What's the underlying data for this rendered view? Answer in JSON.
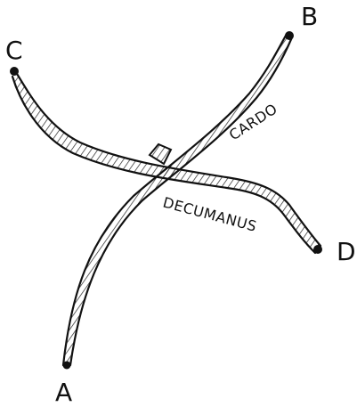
{
  "labels": {
    "point_a": "A",
    "point_b": "B",
    "point_c": "C",
    "point_d": "D",
    "road_cardo": "CARDO",
    "road_decumanus": "DECUMANUS"
  },
  "colors": {
    "ink": "#111111",
    "background": "#ffffff"
  }
}
